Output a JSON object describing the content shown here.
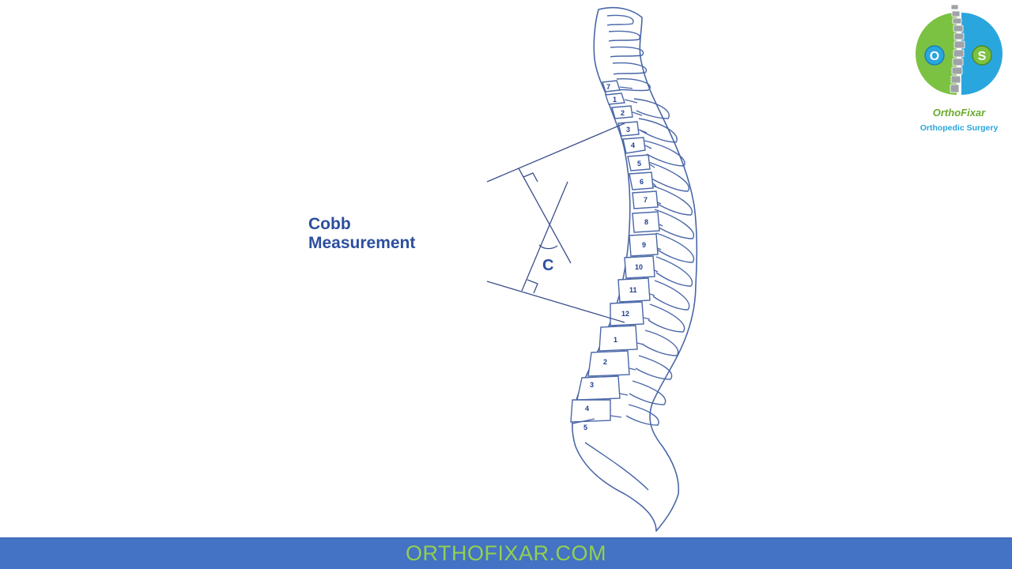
{
  "diagram": {
    "title_line1": "Cobb",
    "title_line2": "Measurement",
    "angle_label": "C",
    "vertebra_labels": [
      "7",
      "1",
      "2",
      "3",
      "4",
      "5",
      "6",
      "7",
      "8",
      "9",
      "10",
      "11",
      "12",
      "1",
      "2",
      "3",
      "4",
      "5"
    ]
  },
  "logo": {
    "letter_left": "O",
    "letter_right": "S",
    "name": "OrthoFixar",
    "subtitle": "Orthopedic Surgery"
  },
  "footer": {
    "text": "ORTHOFIXAR.COM"
  },
  "colors": {
    "outline": "#4a67a8",
    "text_blue": "#2c4f9e",
    "footer_bg": "#4472c4",
    "footer_text": "#92d050",
    "logo_green": "#7cc242",
    "logo_blue": "#2aa6de"
  }
}
